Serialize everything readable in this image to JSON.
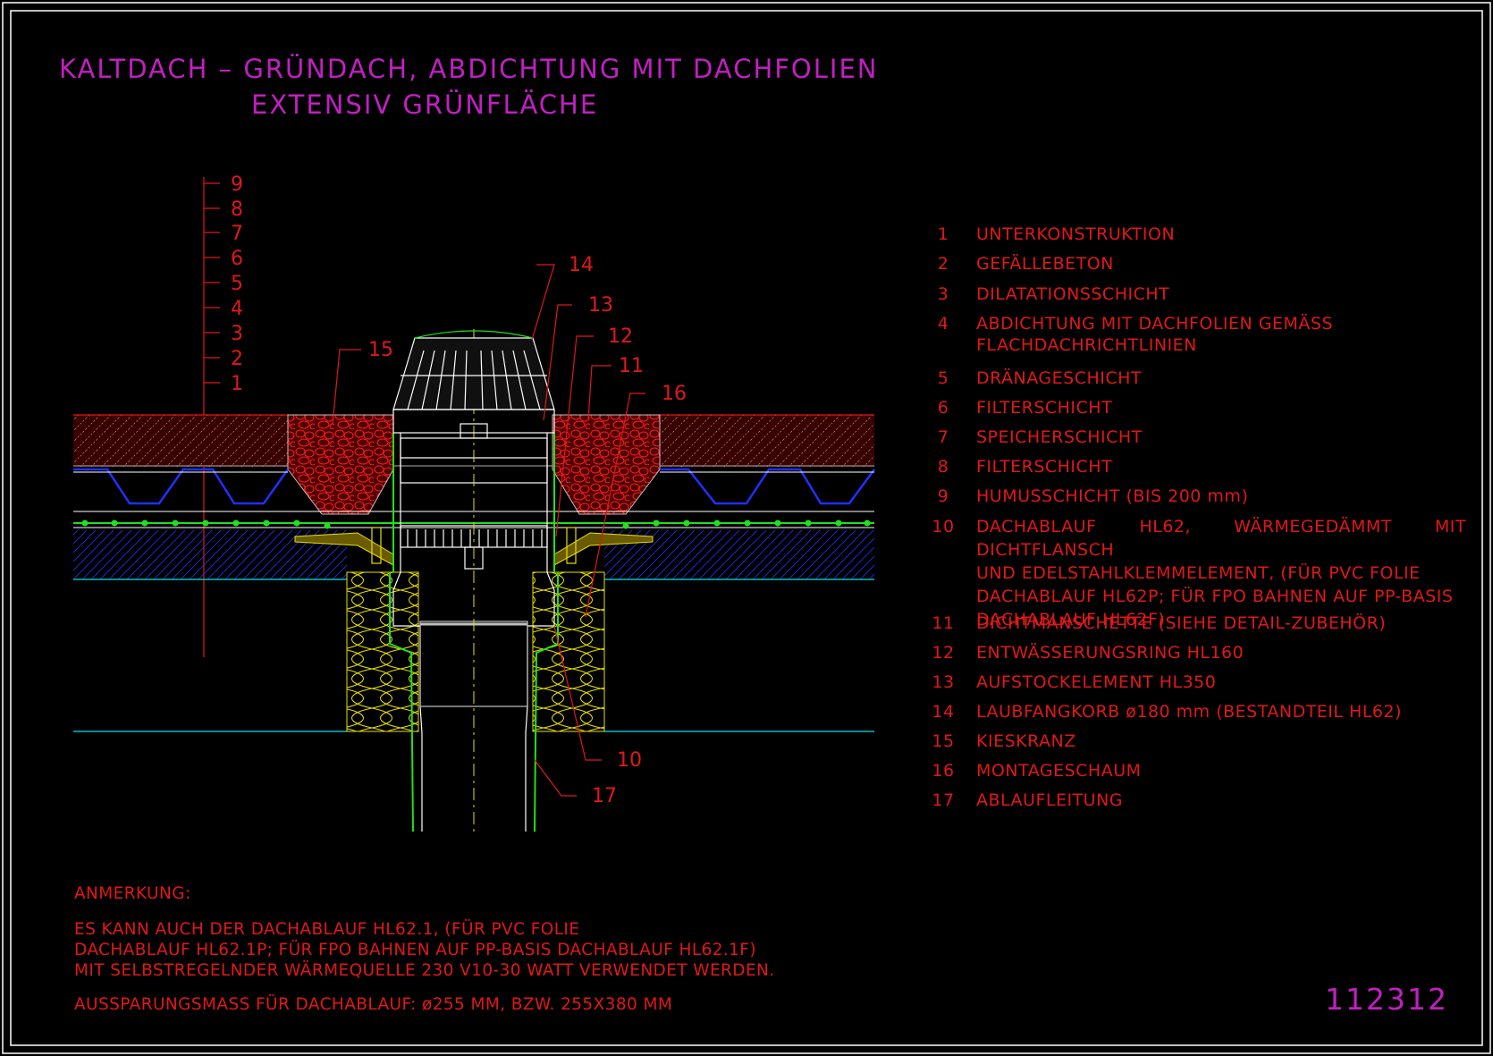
{
  "title": {
    "line1": "KALTDACH – GRÜNDACH, ABDICHTUNG MIT DACHFOLIEN",
    "line2": "EXTENSIV GRÜNFLÄCHE"
  },
  "layer_scale": [
    "9",
    "8",
    "7",
    "6",
    "5",
    "4",
    "3",
    "2",
    "1"
  ],
  "callouts": [
    "14",
    "13",
    "12",
    "11",
    "16",
    "15",
    "10",
    "17"
  ],
  "legend": [
    {
      "num": "1",
      "text": "UNTERKONSTRUKTION"
    },
    {
      "num": "2",
      "text": "GEFÄLLEBETON"
    },
    {
      "num": "3",
      "text": "DILATATIONSSCHICHT"
    },
    {
      "num": "4",
      "text": "ABDICHTUNG MIT DACHFOLIEN GEMÄSS\nFLACHDACHRICHTLINIEN"
    },
    {
      "num": "5",
      "text": "DRÄNAGESCHICHT"
    },
    {
      "num": "6",
      "text": "FILTERSCHICHT"
    },
    {
      "num": "7",
      "text": "SPEICHERSCHICHT"
    },
    {
      "num": "8",
      "text": "FILTERSCHICHT"
    },
    {
      "num": "9",
      "text": "HUMUSSCHICHT (BIS 200 mm)"
    },
    {
      "num": "10",
      "text": "DACHABLAUF HL62, WÄRMEGEDÄMMT MIT DICHTFLANSCH\nUND EDELSTAHLKLEMMELEMENT, (FÜR PVC FOLIE\nDACHABLAUF HL62P; FÜR FPO BAHNEN AUF PP-BASIS\nDACHABLAUF HL62F)"
    },
    {
      "num": "11",
      "text": "DICHTMANSCHETTE (SIEHE DETAIL-ZUBEHÖR)"
    },
    {
      "num": "12",
      "text": "ENTWÄSSERUNGSRING HL160"
    },
    {
      "num": "13",
      "text": "AUFSTOCKELEMENT HL350"
    },
    {
      "num": "14",
      "text": "LAUBFANGKORB ø180 mm (BESTANDTEIL HL62)"
    },
    {
      "num": "15",
      "text": "KIESKRANZ"
    },
    {
      "num": "16",
      "text": "MONTAGESCHAUM"
    },
    {
      "num": "17",
      "text": "ABLAUFLEITUNG"
    }
  ],
  "note": {
    "heading": "ANMERKUNG:",
    "line1": "ES KANN AUCH DER DACHABLAUF HL62.1, (FÜR PVC FOLIE",
    "line2": "DACHABLAUF HL62.1P; FÜR FPO BAHNEN AUF PP-BASIS DACHABLAUF HL62.1F)",
    "line3": "MIT SELBSTREGELNDER WÄRMEQUELLE 230 V10-30 WATT VERWENDET WERDEN.",
    "line4": "AUSSPARUNGSMASS FÜR DACHABLAUF: ø255 MM, BZW. 255X380 MM"
  },
  "drawing_number": "112312",
  "colors": {
    "background": "#000000",
    "title": "#c020c0",
    "text": "#e01818",
    "frame": "#ffffff",
    "drainage": "#2030ff",
    "insulation": "#e8e000",
    "membrane": "#20e020",
    "cyan_lines": "#00c0c0"
  }
}
